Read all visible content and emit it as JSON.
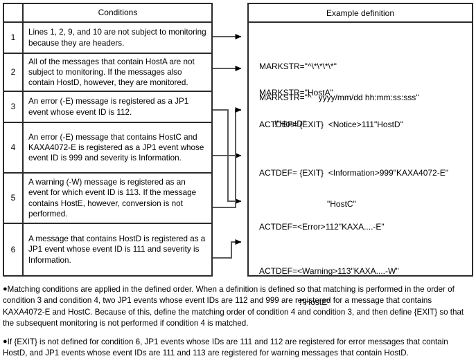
{
  "table": {
    "header": {
      "num_col": "",
      "conditions_label": "Conditions"
    },
    "rows": [
      {
        "num": "1",
        "text": "Lines 1, 2, 9, and 10 are not subject to monitoring because they are headers."
      },
      {
        "num": "2",
        "text": "All of the messages that contain HostA are not subject to monitoring. If the messages also contain HostD, however, they are monitored."
      },
      {
        "num": "3",
        "text": "An error (-E) message is registered as a JP1 event whose event ID is 112."
      },
      {
        "num": "4",
        "text": "An error (-E) message that contains HostC and KAXA4072-E is registered as a JP1 event whose event ID is 999 and severity is Information."
      },
      {
        "num": "5",
        "text": "A warning (-W) message is registered as an event for which event ID is 113. If the message contains HostE, however, conversion is not performed."
      },
      {
        "num": "6",
        "text": "A message that contains HostD is registered as a JP1 event whose event ID is 111 and severity is Information."
      }
    ]
  },
  "example": {
    "header_label": "Example definition",
    "definitions": [
      {
        "id": "markstr-headers",
        "line1": "MARKSTR=\"^\\*\\*\\*\\*\"",
        "line2": "MARKSTR=\"^   yyyy/mm/dd hh:mm:ss:sss\""
      },
      {
        "id": "markstr-hosta",
        "line1": "MARKSTR=\"HostA\"",
        "line2": "!\"HostD\""
      },
      {
        "id": "actdef-notice",
        "line1": "ACTDEF= {EXIT}  <Notice>111\"HostD\""
      },
      {
        "id": "actdef-info",
        "line1": "ACTDEF= {EXIT}  <Information>999\"KAXA4072-E\"",
        "line2": "\"HostC\""
      },
      {
        "id": "actdef-error",
        "line1": "ACTDEF=<Error>112\"KAXA....-E\""
      },
      {
        "id": "actdef-warning",
        "line1": "ACTDEF=<Warning>113\"KAXA....-W\"",
        "line2": "!\"HostE\""
      }
    ]
  },
  "notes": [
    {
      "bullet": "●",
      "text": "Matching conditions are applied in the defined order. When a definition is defined so that matching is performed in the order of condition 3 and condition 4, two JP1 events whose event IDs are 112 and 999 are registered for a message that contains KAXA4072-E and HostC. Because of this, define the matching order of condition 4 and condition 3, and then define {EXIT} so that the subsequent monitoring is not performed if condition 4 is matched."
    },
    {
      "bullet": "●",
      "text": "If {EXIT} is not defined for condition 6, JP1 events whose IDs are 111 and 112 are registered for error messages that contain HostD, and JP1 events whose event IDs are 111 and 113 are registered for warning messages that contain HostD."
    }
  ],
  "colors": {
    "border": "#2b2b2b",
    "connector": "#5a5a5a",
    "arrow": "#000000",
    "text": "#000000",
    "background": "#ffffff"
  }
}
